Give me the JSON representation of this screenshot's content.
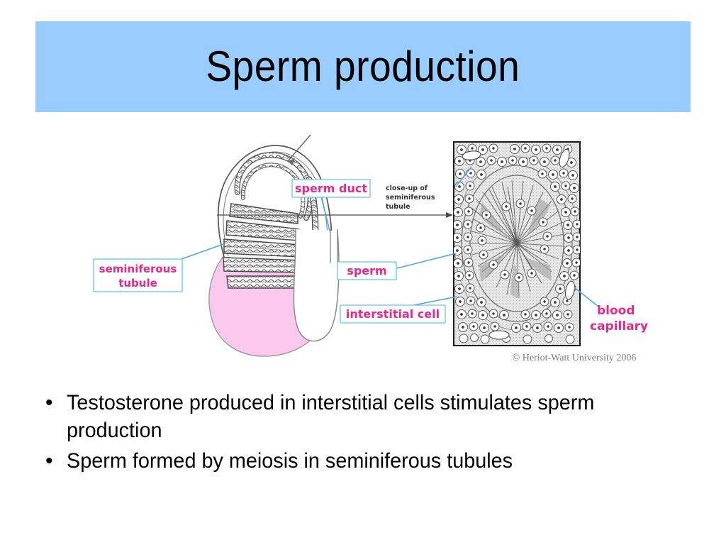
{
  "slide": {
    "title": "Sperm production",
    "banner_color": "#99ccff"
  },
  "figure": {
    "caption_close_up": [
      "close-up of",
      "seminiferous",
      "tubule"
    ],
    "copyright": "© Heriot-Watt University 2006",
    "label_color": "#e22a8b",
    "label_box_border": "#66c4e8",
    "leader_color": "#4da6e8",
    "scrotum_fill": "#fbc8ed",
    "labels": [
      {
        "id": "seminiferous-tubule",
        "line1": "seminiferous",
        "line2": "tubule",
        "boxed": true
      },
      {
        "id": "sperm-duct",
        "line1": "sperm duct",
        "line2": "",
        "boxed": true
      },
      {
        "id": "sperm",
        "line1": "sperm",
        "line2": "",
        "boxed": true
      },
      {
        "id": "interstitial-cell",
        "line1": "interstitial cell",
        "line2": "",
        "boxed": true
      },
      {
        "id": "blood-capillary",
        "line1": "blood",
        "line2": "capillary",
        "boxed": false
      }
    ]
  },
  "bullets": [
    {
      "marker": "•",
      "text": "Testosterone produced in interstitial cells stimulates sperm production"
    },
    {
      "marker": "•",
      "text": "Sperm formed by meiosis in seminiferous tubules"
    }
  ]
}
